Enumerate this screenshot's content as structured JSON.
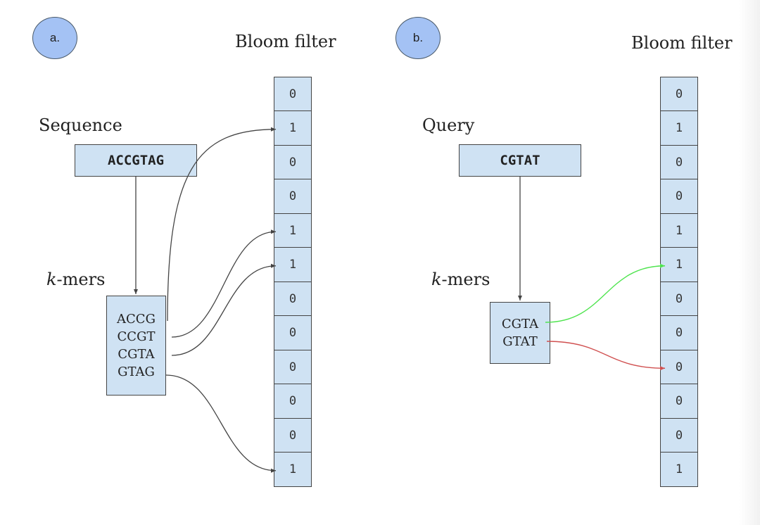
{
  "panel_a": {
    "badge": "a.",
    "bloom_title": "Bloom filter",
    "input_label": "Sequence",
    "input_value": "ACCGTAG",
    "kmers_label_italic": "k",
    "kmers_label_rest": "-mers",
    "kmers": [
      "ACCG",
      "CCGT",
      "CGTA",
      "GTAG"
    ],
    "bloom_bits": [
      "0",
      "1",
      "0",
      "0",
      "1",
      "1",
      "0",
      "0",
      "0",
      "0",
      "0",
      "1"
    ],
    "mappings": [
      {
        "kmer": "ACCG",
        "bit_index": 1,
        "color": "#444444"
      },
      {
        "kmer": "CCGT",
        "bit_index": 4,
        "color": "#444444"
      },
      {
        "kmer": "CGTA",
        "bit_index": 5,
        "color": "#444444"
      },
      {
        "kmer": "GTAG",
        "bit_index": 11,
        "color": "#444444"
      }
    ]
  },
  "panel_b": {
    "badge": "b.",
    "bloom_title": "Bloom filter",
    "input_label": "Query",
    "input_value": "CGTAT",
    "kmers_label_italic": "k",
    "kmers_label_rest": "-mers",
    "kmers": [
      "CGTA",
      "GTAT"
    ],
    "bloom_bits": [
      "0",
      "1",
      "0",
      "0",
      "1",
      "1",
      "0",
      "0",
      "0",
      "0",
      "0",
      "1"
    ],
    "mappings": [
      {
        "kmer": "CGTA",
        "bit_index": 5,
        "color": "#4ee44e",
        "status": "hit"
      },
      {
        "kmer": "GTAT",
        "bit_index": 8,
        "color": "#d05050",
        "status": "miss"
      }
    ]
  },
  "colors": {
    "badge_fill": "#a4c2f4",
    "box_fill": "#cfe2f3",
    "hit": "#4ee44e",
    "miss": "#d05050"
  }
}
